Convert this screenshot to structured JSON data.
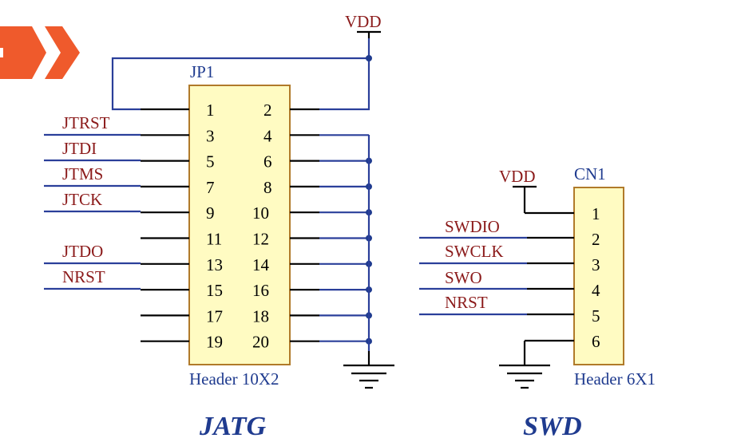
{
  "jtag": {
    "ref": "JP1",
    "header_label": "Header 10X2",
    "section_title": "JATG",
    "pins_left": [
      "1",
      "3",
      "5",
      "7",
      "9",
      "11",
      "13",
      "15",
      "17",
      "19"
    ],
    "pins_right": [
      "2",
      "4",
      "6",
      "8",
      "10",
      "12",
      "14",
      "16",
      "18",
      "20"
    ],
    "signals": [
      "JTRST",
      "JTDI",
      "JTMS",
      "JTCK",
      "JTDO",
      "NRST"
    ]
  },
  "swd": {
    "ref": "CN1",
    "header_label": "Header 6X1",
    "section_title": "SWD",
    "pins": [
      "1",
      "2",
      "3",
      "4",
      "5",
      "6"
    ],
    "signals": [
      "SWDIO",
      "SWCLK",
      "SWO",
      "NRST"
    ]
  },
  "power": {
    "vdd_top": "VDD",
    "vdd_swd": "VDD"
  },
  "colors": {
    "header_fill": "#fffbc2",
    "header_border": "#b07a2a",
    "wire_blue": "#2a3f9a",
    "label_red": "#8b1a1a",
    "badge_orange": "#ef5a2c"
  },
  "icons": [
    "double-chevron-badge-icon",
    "ground-icon",
    "vdd-icon",
    "junction-dot-icon"
  ]
}
